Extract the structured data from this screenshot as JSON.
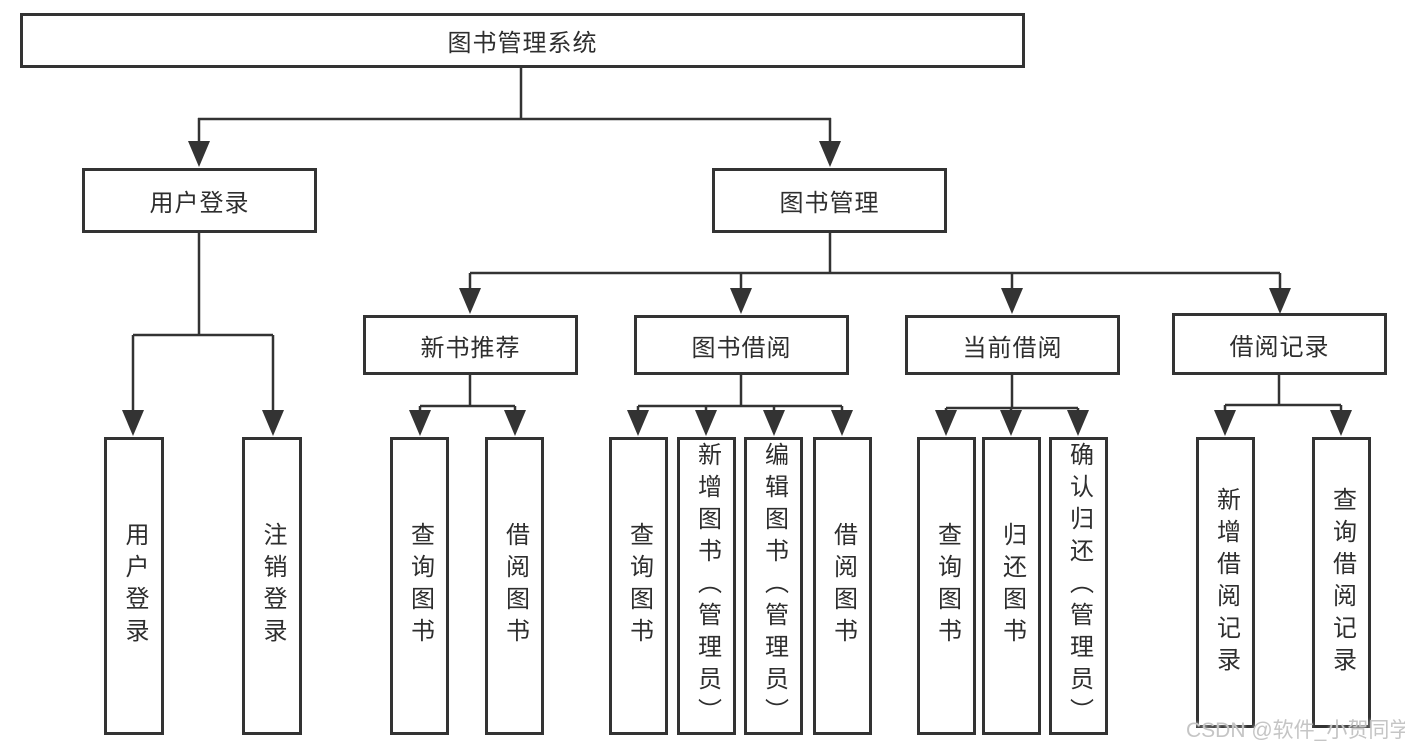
{
  "tree": {
    "root": {
      "label": "图书管理系统",
      "children": [
        {
          "label": "用户登录",
          "children": [
            {
              "label": "用户登录"
            },
            {
              "label": "注销登录"
            }
          ]
        },
        {
          "label": "图书管理",
          "children": [
            {
              "label": "新书推荐",
              "children": [
                {
                  "label": "查询图书"
                },
                {
                  "label": "借阅图书"
                }
              ]
            },
            {
              "label": "图书借阅",
              "children": [
                {
                  "label": "查询图书"
                },
                {
                  "label": "新增图书（管理员）"
                },
                {
                  "label": "编辑图书（管理员）"
                },
                {
                  "label": "借阅图书"
                }
              ]
            },
            {
              "label": "当前借阅",
              "children": [
                {
                  "label": "查询图书"
                },
                {
                  "label": "归还图书"
                },
                {
                  "label": "确认归还（管理员）"
                }
              ]
            },
            {
              "label": "借阅记录",
              "children": [
                {
                  "label": "新增借阅记录"
                },
                {
                  "label": "查询借阅记录"
                }
              ]
            }
          ]
        }
      ]
    }
  },
  "watermark": {
    "text": "CSDN @软件_小贺同学"
  },
  "colors": {
    "line": "#333333",
    "text": "#2e2e2e",
    "watermark": "#c5c5c5",
    "background": "#ffffff"
  }
}
